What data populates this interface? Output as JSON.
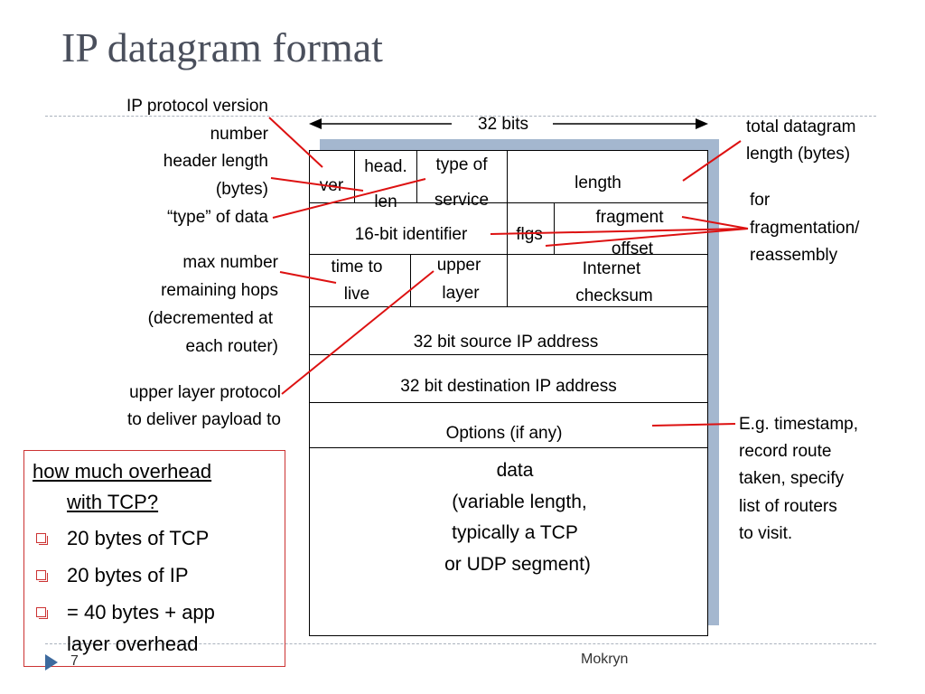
{
  "title": "IP datagram format",
  "bits_label": "32 bits",
  "fields": {
    "ver": "ver",
    "head_len_1": "head.",
    "head_len_2": "len",
    "tos_1": "type of",
    "tos_2": "service",
    "length": "length",
    "identifier": "16-bit identifier",
    "flgs": "flgs",
    "frag_1": "fragment",
    "frag_2": "offset",
    "ttl_1": "time to",
    "ttl_2": "live",
    "upper_1": "upper",
    "upper_2": "layer",
    "checksum_1": "Internet",
    "checksum_2": "checksum",
    "src": "32 bit source IP address",
    "dst": "32 bit destination IP address",
    "options": "Options (if any)",
    "data_1": "data",
    "data_2": "(variable length,",
    "data_3": "typically a TCP",
    "data_4": "or UDP segment)"
  },
  "left_labels": {
    "version_1": "IP protocol version",
    "version_2": "number",
    "hlen_1": "header length",
    "hlen_2": "(bytes)",
    "tos": "“type” of data",
    "ttl_1": "max number",
    "ttl_2": "remaining hops",
    "ttl_3": "(decremented at",
    "ttl_4": "each router)",
    "upper_1": "upper layer protocol",
    "upper_2": "to deliver payload to"
  },
  "right_labels": {
    "total_1": "total datagram",
    "total_2": "length (bytes)",
    "frag_1": "for",
    "frag_2": "fragmentation/",
    "frag_3": "reassembly",
    "opt_1": "E.g. timestamp,",
    "opt_2": "record route",
    "opt_3": "taken, specify",
    "opt_4": "list of routers",
    "opt_5": "to visit."
  },
  "overhead_box": {
    "heading_1": "how much overhead",
    "heading_2": "with TCP?",
    "item_1": "20 bytes of TCP",
    "item_2": "20 bytes of IP",
    "item_3a": "= 40 bytes + app",
    "item_3b": "layer overhead"
  },
  "footer": {
    "page_number": "7",
    "author": "Mokryn"
  },
  "colors": {
    "annotation": "#dd1111",
    "title": "#4a4f5c",
    "shadow": "#a4b7cf",
    "box_border": "#cc3333"
  }
}
